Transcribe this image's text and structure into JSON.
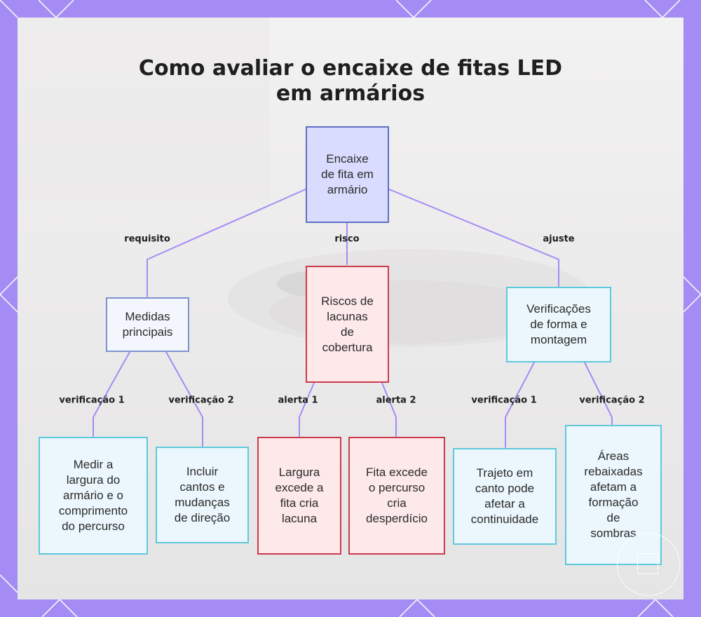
{
  "title": {
    "line1": "Como avaliar o encaixe de fitas LED",
    "line2": "em armários"
  },
  "nodes": {
    "root": {
      "lines": [
        "Encaixe",
        "de fita em",
        "armário"
      ]
    },
    "medidas": {
      "lines": [
        "Medidas",
        "principais"
      ]
    },
    "riscos": {
      "lines": [
        "Riscos de",
        "lacunas",
        "de",
        "cobertura"
      ]
    },
    "forma": {
      "lines": [
        "Verificações",
        "de forma e",
        "montagem"
      ]
    },
    "medir": {
      "lines": [
        "Medir a",
        "largura do",
        "armário e o",
        "comprimento",
        "do percurso"
      ]
    },
    "cantos": {
      "lines": [
        "Incluir",
        "cantos e",
        "mudanças",
        "de direção"
      ]
    },
    "largura": {
      "lines": [
        "Largura",
        "excede a",
        "fita cria",
        "lacuna"
      ]
    },
    "excede": {
      "lines": [
        "Fita excede",
        "o percurso",
        "cria",
        "desperdício"
      ]
    },
    "trajeto": {
      "lines": [
        "Trajeto em",
        "canto pode",
        "afetar a",
        "continuidade"
      ]
    },
    "areas": {
      "lines": [
        "Áreas",
        "rebaixadas",
        "afetam a",
        "formação",
        "de",
        "sombras"
      ]
    }
  },
  "edges": {
    "requisito": "requisito",
    "risco": "risco",
    "ajuste": "ajuste",
    "verificacao1_a": "verificação 1",
    "verificacao2_a": "verificação 2",
    "alerta1": "alerta 1",
    "alerta2": "alerta 2",
    "verificacao1_b": "verificação 1",
    "verificacao2_b": "verificação 2"
  },
  "colors": {
    "frame": "#a48cf4",
    "edge": "#a48cf4",
    "root_fill": "#d9dcff",
    "risk_border": "#cc3a4d",
    "fit_border": "#5ec8dc"
  }
}
